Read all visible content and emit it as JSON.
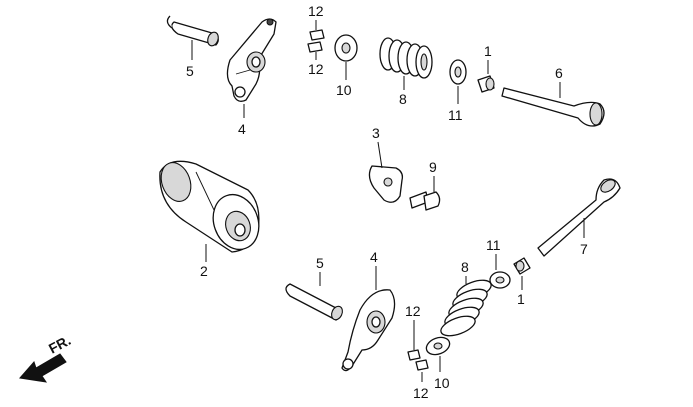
{
  "diagram": {
    "direction_label": "FR.",
    "callouts": [
      {
        "id": "c5-top",
        "label": "5"
      },
      {
        "id": "c4-top",
        "label": "4"
      },
      {
        "id": "c12-a",
        "label": "12"
      },
      {
        "id": "c12-b",
        "label": "12"
      },
      {
        "id": "c10-top",
        "label": "10"
      },
      {
        "id": "c8-top",
        "label": "8"
      },
      {
        "id": "c1-top",
        "label": "1"
      },
      {
        "id": "c11-top",
        "label": "11"
      },
      {
        "id": "c6",
        "label": "6"
      },
      {
        "id": "c3",
        "label": "3"
      },
      {
        "id": "c9",
        "label": "9"
      },
      {
        "id": "c2",
        "label": "2"
      },
      {
        "id": "c7",
        "label": "7"
      },
      {
        "id": "c11-bot",
        "label": "11"
      },
      {
        "id": "c5-bot",
        "label": "5"
      },
      {
        "id": "c4-bot",
        "label": "4"
      },
      {
        "id": "c8-bot",
        "label": "8"
      },
      {
        "id": "c1-bot",
        "label": "1"
      },
      {
        "id": "c12-c",
        "label": "12"
      },
      {
        "id": "c12-d",
        "label": "12"
      },
      {
        "id": "c10-bot",
        "label": "10"
      }
    ]
  }
}
